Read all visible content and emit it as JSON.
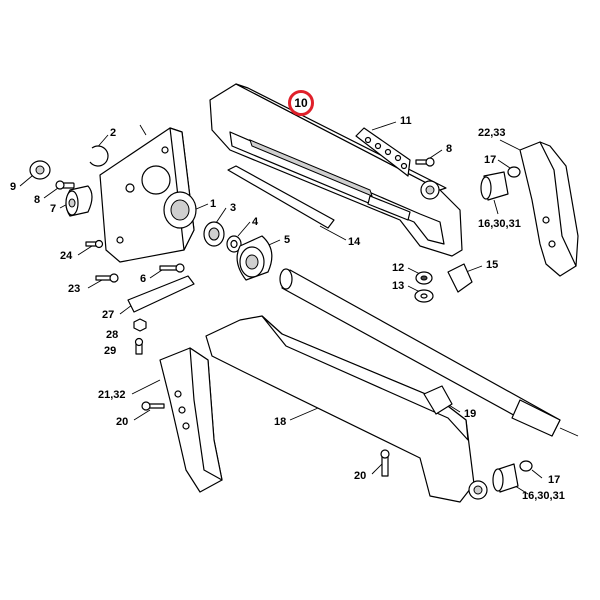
{
  "highlighted_label": "10",
  "labels": [
    "2",
    "9",
    "8",
    "7",
    "1",
    "3",
    "4",
    "5",
    "24",
    "6",
    "23",
    "27",
    "28",
    "29",
    "21,32",
    "20",
    "11",
    "8",
    "22,33",
    "17",
    "16,30,31",
    "14",
    "12",
    "13",
    "15",
    "18",
    "19",
    "20",
    "17",
    "16,30,31"
  ],
  "colors": {
    "highlight": "#e0202a",
    "line": "#000000",
    "shade": "#cfcfcf"
  }
}
